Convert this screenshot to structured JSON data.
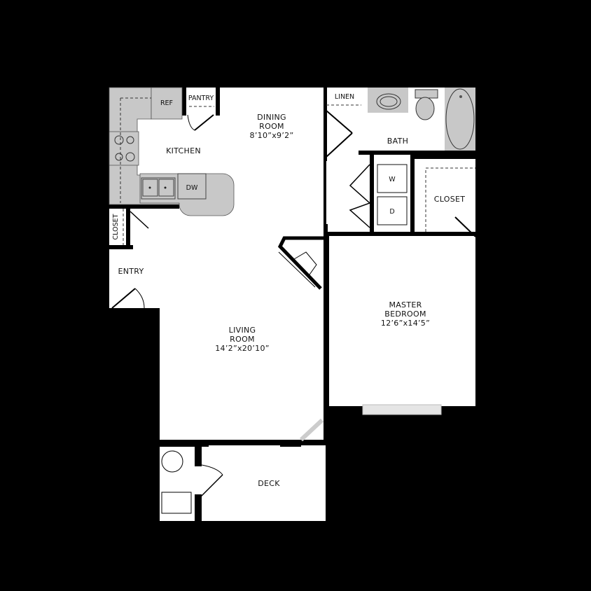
{
  "plan": {
    "background": "#000000",
    "floor_color": "#ffffff",
    "fixture_color": "#c8c8c8",
    "wall_color": "#000000"
  },
  "rooms": {
    "kitchen": {
      "name": "KITCHEN"
    },
    "dining": {
      "name_line1": "DINING",
      "name_line2": "ROOM",
      "dims": "8’10”x9’2”"
    },
    "pantry": {
      "name": "PANTRY"
    },
    "linen": {
      "name": "LINEN"
    },
    "bath": {
      "name": "BATH"
    },
    "closet_master": {
      "name": "CLOSET"
    },
    "closet_entry": {
      "name": "CLOSET"
    },
    "entry": {
      "name": "ENTRY"
    },
    "living": {
      "name_line1": "LIVING",
      "name_line2": "ROOM",
      "dims": "14’2”x20’10”"
    },
    "master": {
      "name_line1": "MASTER",
      "name_line2": "BEDROOM",
      "dims": "12’6”x14’5”"
    },
    "deck": {
      "name": "DECK"
    }
  },
  "appliances": {
    "ref": "REF",
    "dw": "DW",
    "washer": "W",
    "dryer": "D"
  }
}
